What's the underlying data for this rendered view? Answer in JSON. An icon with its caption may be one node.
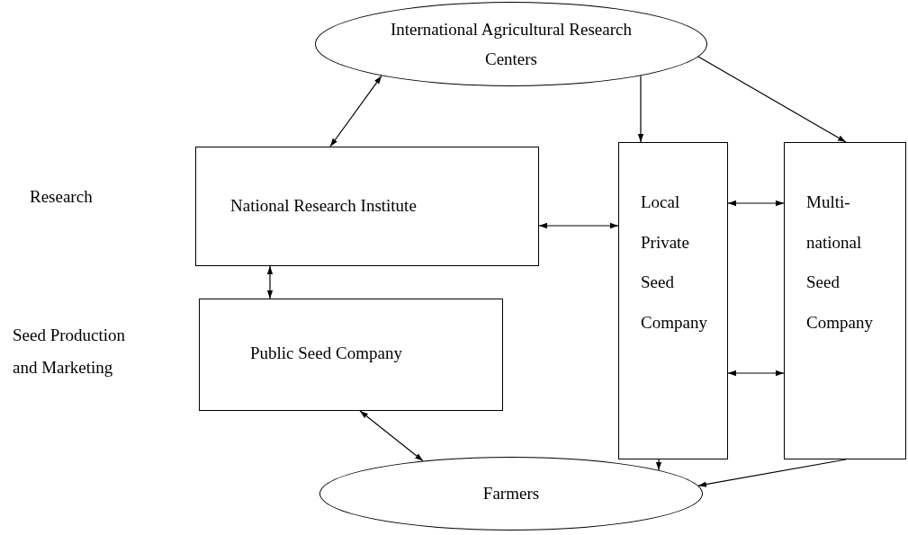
{
  "diagram": {
    "nodes": [
      {
        "text": [
          "International Agricultural Research Centers"
        ]
      },
      {
        "text": [
          "National Research Institute"
        ]
      },
      {
        "text": [
          "Local Private Seed Company"
        ]
      },
      {
        "text": [
          "Multi- national Seed Company"
        ]
      },
      {
        "text": [
          "Public Seed Company"
        ]
      },
      {
        "text": [
          "Farmers"
        ]
      }
    ],
    "edges": [
      {
        "from": 0,
        "to": 1,
        "arrow": "both"
      },
      {
        "from": 0,
        "to": 2,
        "arrow": "to"
      },
      {
        "from": 0,
        "to": 3,
        "arrow": "to"
      },
      {
        "from": 1,
        "to": 2,
        "arrow": "both"
      },
      {
        "from": 2,
        "to": 3,
        "arrow": "both"
      },
      {
        "from": 2,
        "to": 3,
        "arrow": "both"
      },
      {
        "from": 1,
        "to": 4,
        "arrow": "both"
      },
      {
        "from": 4,
        "to": 5,
        "arrow": "both"
      },
      {
        "from": 2,
        "to": 5,
        "arrow": "to"
      },
      {
        "from": 3,
        "to": 5,
        "arrow": "to"
      }
    ],
    "labels": [
      "Research",
      "Seed Production and Marketing"
    ]
  }
}
